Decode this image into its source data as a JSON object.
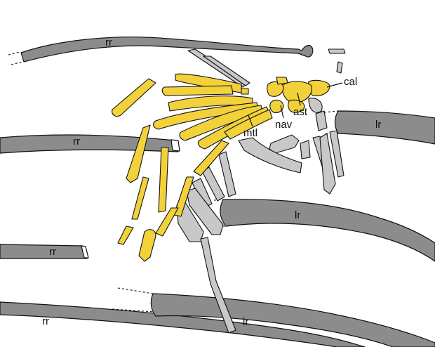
{
  "labels": {
    "rr": "rr",
    "lr": "lr",
    "cal": "cal",
    "ast": "ast",
    "nav": "nav",
    "mtl": "mtl"
  },
  "colors": {
    "rib": "#8c8c8c",
    "light_bone": "#c8c8c8",
    "tarsal": "#f2d13a",
    "outline": "#111111",
    "background": "#ffffff"
  }
}
